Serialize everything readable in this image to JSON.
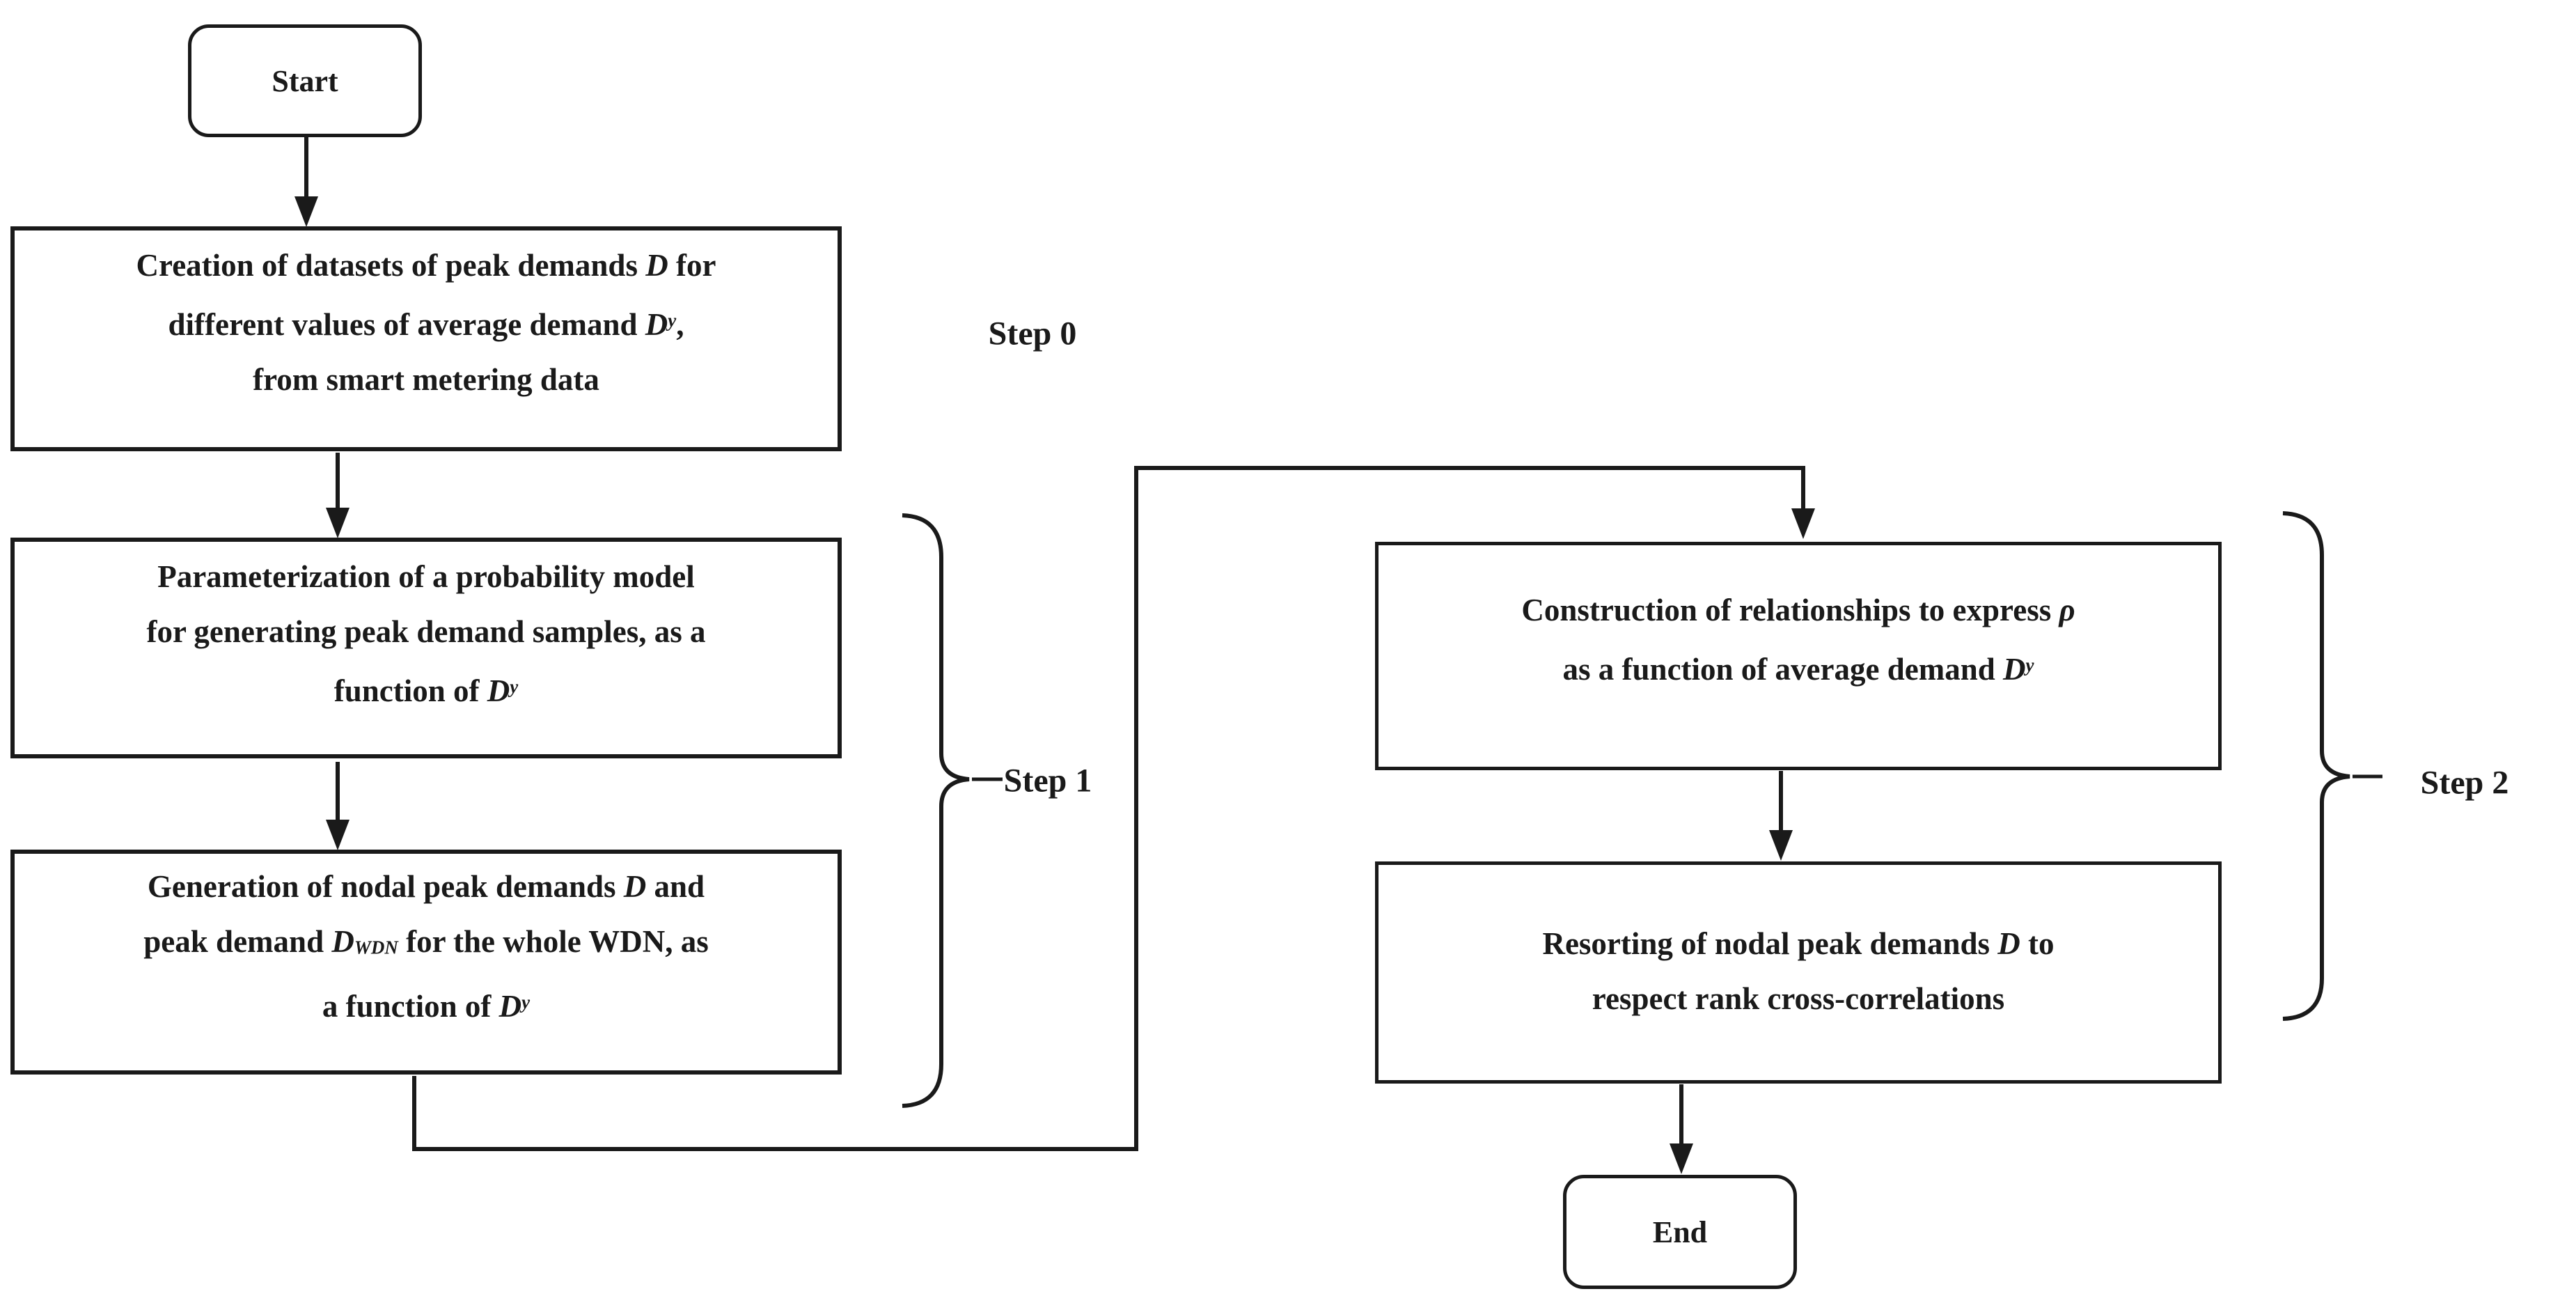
{
  "colors": {
    "ink": "#1a1a1a",
    "background": "#ffffff"
  },
  "flowchart": {
    "start": {
      "label": "Start"
    },
    "creation": {
      "lines": [
        [
          {
            "t": "Creation of datasets of peak demands ",
            "s": "r"
          },
          {
            "t": "D",
            "s": "i"
          },
          {
            "t": " for",
            "s": "r"
          }
        ],
        [
          {
            "t": "different values of average demand ",
            "s": "r"
          },
          {
            "t": "D",
            "s": "i"
          },
          {
            "t": "y",
            "s": "sup"
          },
          {
            "t": ",",
            "s": "r"
          }
        ],
        [
          {
            "t": "from smart metering data",
            "s": "r"
          }
        ]
      ]
    },
    "parameterization": {
      "lines": [
        [
          {
            "t": "Parameterization of a probability model",
            "s": "r"
          }
        ],
        [
          {
            "t": "for generating peak demand samples, as a",
            "s": "r"
          }
        ],
        [
          {
            "t": "function of ",
            "s": "r"
          },
          {
            "t": "D",
            "s": "i"
          },
          {
            "t": "y",
            "s": "sup"
          }
        ]
      ]
    },
    "generation": {
      "lines": [
        [
          {
            "t": "Generation of nodal peak demands ",
            "s": "r"
          },
          {
            "t": "D",
            "s": "i"
          },
          {
            "t": " and",
            "s": "r"
          }
        ],
        [
          {
            "t": "peak demand ",
            "s": "r"
          },
          {
            "t": "D",
            "s": "i"
          },
          {
            "t": "WDN",
            "s": "sub"
          },
          {
            "t": " for the whole WDN, as",
            "s": "r"
          }
        ],
        [
          {
            "t": "a function of ",
            "s": "r"
          },
          {
            "t": "D",
            "s": "i"
          },
          {
            "t": "y",
            "s": "sup"
          }
        ]
      ]
    },
    "construction": {
      "lines": [
        [
          {
            "t": "Construction of relationships to express ",
            "s": "r"
          },
          {
            "t": "ρ",
            "s": "i"
          }
        ],
        [
          {
            "t": "as a function of average demand ",
            "s": "r"
          },
          {
            "t": "D",
            "s": "i"
          },
          {
            "t": "y",
            "s": "sup"
          }
        ]
      ]
    },
    "resorting": {
      "lines": [
        [
          {
            "t": "Resorting of nodal peak demands ",
            "s": "r"
          },
          {
            "t": "D",
            "s": "i"
          },
          {
            "t": " to",
            "s": "r"
          }
        ],
        [
          {
            "t": "respect rank cross-correlations",
            "s": "r"
          }
        ]
      ]
    },
    "end": {
      "label": "End"
    },
    "steps": {
      "step0": "Step 0",
      "step1": "Step 1",
      "step2": "Step 2"
    }
  }
}
